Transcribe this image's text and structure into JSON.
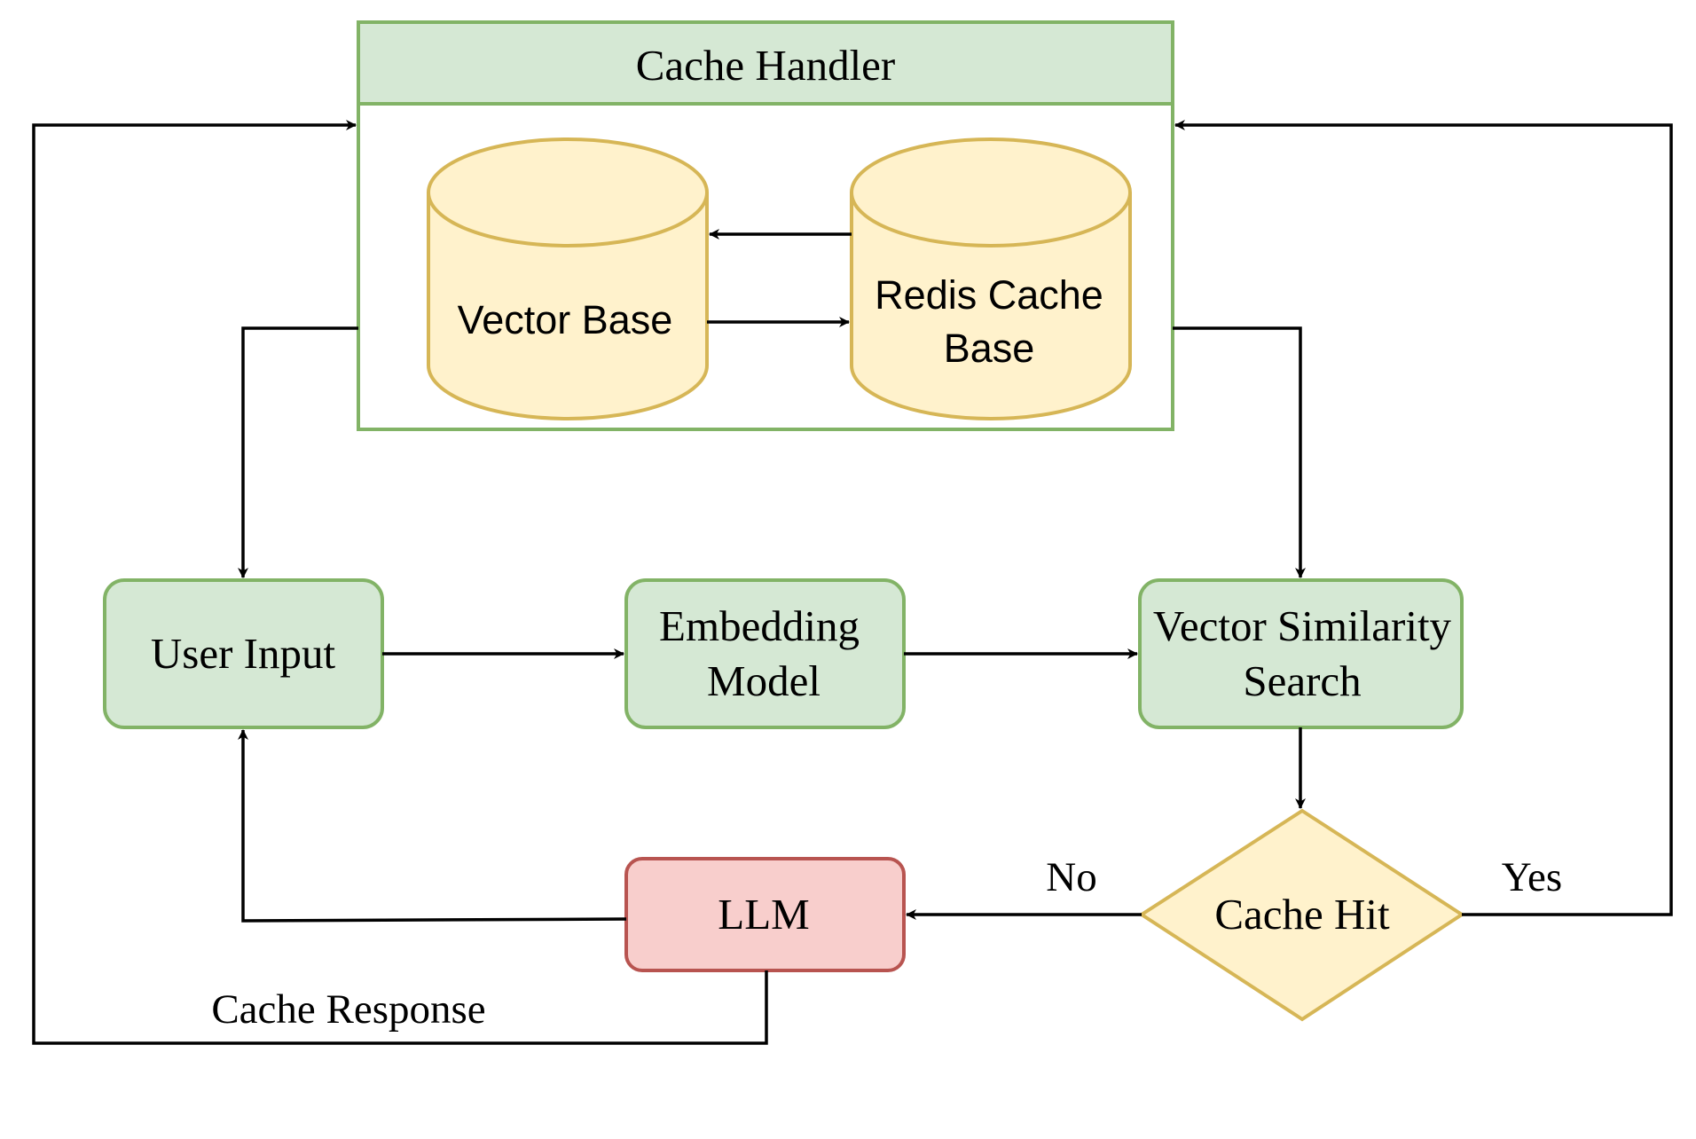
{
  "diagram": {
    "cache_handler": {
      "title": "Cache Handler"
    },
    "vector_base": {
      "label": "Vector Base"
    },
    "redis_cache_base": {
      "label_line1": "Redis Cache",
      "label_line2": "Base"
    },
    "user_input": {
      "label": "User Input"
    },
    "embedding_model": {
      "label_line1": "Embedding",
      "label_line2": "Model"
    },
    "vector_similarity_search": {
      "label_line1": "Vector Similarity",
      "label_line2": "Search"
    },
    "cache_hit": {
      "label": "Cache Hit"
    },
    "llm": {
      "label": "LLM"
    },
    "edge_labels": {
      "no": "No",
      "yes": "Yes",
      "cache_response": "Cache Response"
    }
  },
  "colors": {
    "green_fill": "#d5e8d4",
    "green_stroke": "#82b366",
    "yellow_fill": "#fff2cc",
    "yellow_stroke": "#d6b656",
    "red_fill": "#f8cecc",
    "red_stroke": "#b85450",
    "line": "#000000"
  }
}
